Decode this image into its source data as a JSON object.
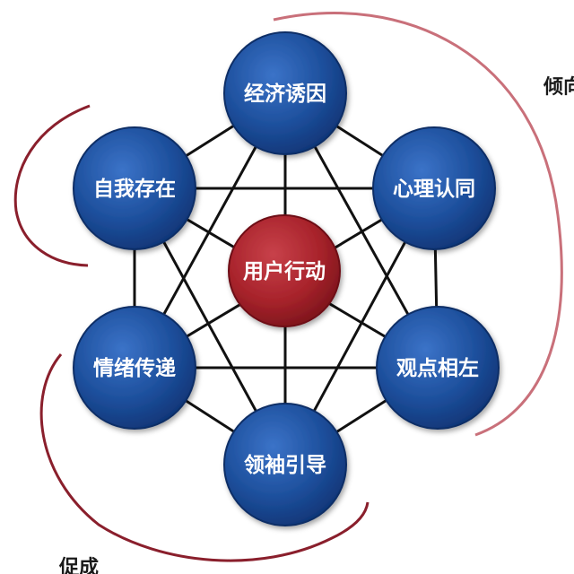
{
  "colors": {
    "outer_node_fill": "#1d4f9c",
    "outer_node_edge": "#0e2d66",
    "center_node_fill": "#a8232b",
    "center_node_edge": "#6e1016",
    "connector": "#111111",
    "arc_top_right": "#c9707a",
    "arc_left": "#8a1f2c",
    "arc_bottom_left": "#8a1f2c"
  },
  "center": {
    "label": "用户行动"
  },
  "nodes": [
    {
      "label": "经济诱因"
    },
    {
      "label": "心理认同"
    },
    {
      "label": "观点相左"
    },
    {
      "label": "领袖引导"
    },
    {
      "label": "情绪传递"
    },
    {
      "label": "自我存在"
    }
  ],
  "side_labels": {
    "top_right": "倾向",
    "bottom_left": "促成"
  }
}
